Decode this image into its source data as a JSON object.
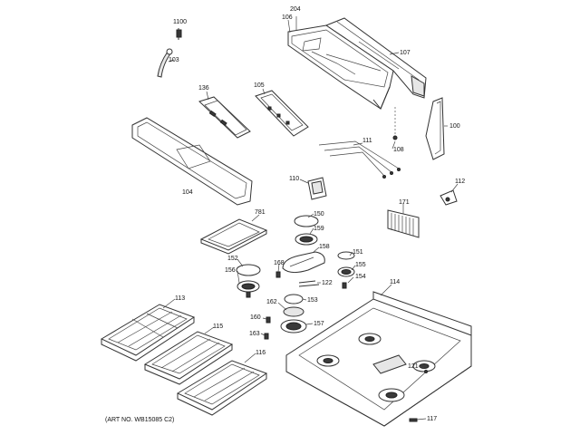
{
  "diagram": {
    "caption": "(ART NO. WB15085 C2)",
    "part_labels": {
      "p1100": "1100",
      "p103": "103",
      "p204": "204",
      "p106": "106",
      "p107": "107",
      "p136": "136",
      "p105": "105",
      "p104": "104",
      "p100": "100",
      "p111": "111",
      "p108": "108",
      "p110": "110",
      "p112": "112",
      "p171": "171",
      "p781": "781",
      "p150": "150",
      "p159": "159",
      "p158": "158",
      "p151": "151",
      "p155": "155",
      "p154": "154",
      "p152": "152",
      "p156": "156",
      "p168": "168",
      "p122": "122",
      "p162": "162",
      "p153": "153",
      "p160": "160",
      "p157": "157",
      "p163": "163",
      "p113": "113",
      "p115": "115",
      "p116": "116",
      "p114": "114",
      "p121": "121",
      "p117": "117"
    }
  }
}
